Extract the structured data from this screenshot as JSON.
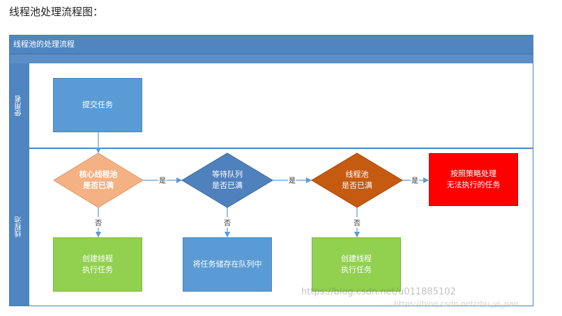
{
  "page": {
    "title": "线程池处理流程图："
  },
  "diagram": {
    "header_title": "线程池的处理流程",
    "lanes": [
      {
        "label": "使用者"
      },
      {
        "label": "线程池"
      }
    ],
    "nodes": {
      "submit": "提交任务",
      "core_check": "核心线程池\n是否已满",
      "queue_check": "等待队列\n是否已满",
      "pool_check": "线程池\n是否已满",
      "reject": "按照策略处理\n无法执行的任务",
      "create_core": "创建线程\n执行任务",
      "enqueue": "将任务储存在队列中",
      "create_pool": "创建线程\n执行任务"
    },
    "edge_labels": {
      "yes": "是",
      "no": "否"
    },
    "colors": {
      "lane_blue": "#4f86c1",
      "submit_blue": "#5b9bd5",
      "core_orange": "#f4b183",
      "queue_blue": "#4f81bd",
      "pool_orange": "#c55a11",
      "reject_red": "#ff0000",
      "create_green": "#92d050",
      "edge": "#5b9bd5"
    }
  },
  "watermark": {
    "line1": "https://blog.csdn.net/u011885102",
    "line2": "https://blog.csdn.net/zhu_yi_nan"
  }
}
